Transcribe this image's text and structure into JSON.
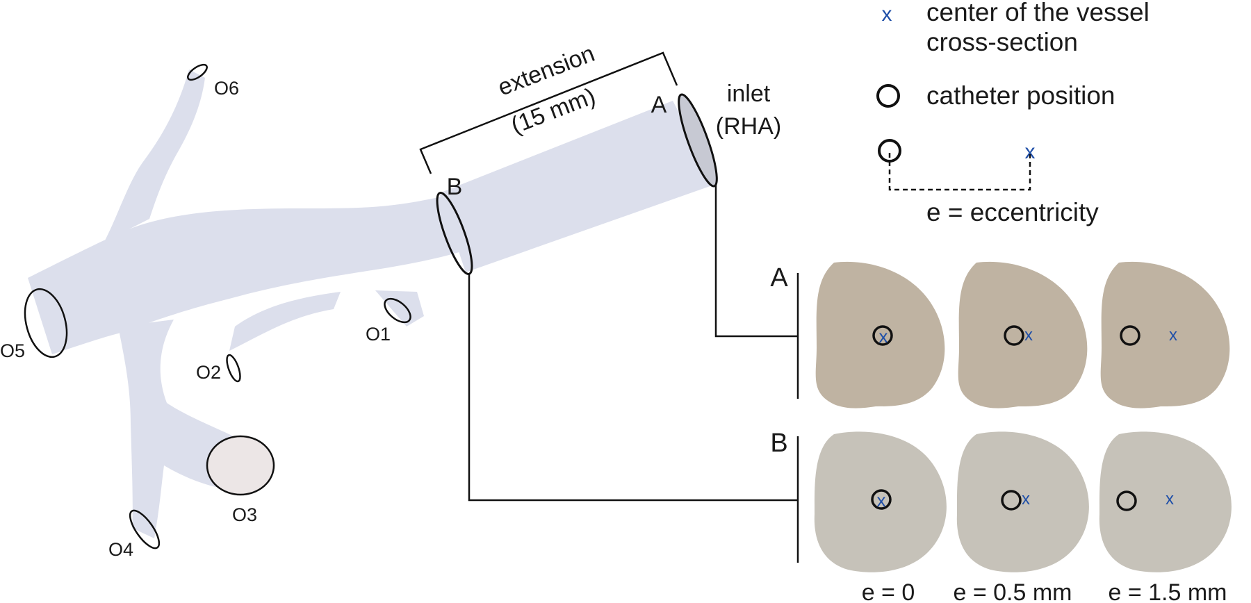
{
  "diagram": {
    "extension_label": "extension",
    "extension_length": "(15 mm)",
    "inlet_label": "inlet",
    "inlet_sub": "(RHA)",
    "plane_a": "A",
    "plane_b": "B",
    "outlets": [
      "O1",
      "O2",
      "O3",
      "O4",
      "O5",
      "O6"
    ]
  },
  "legend": {
    "center_symbol": "x",
    "center_line1": "center of the vessel",
    "center_line2": "cross-section",
    "catheter_text": "catheter position",
    "eccentricity_text": "e = eccentricity"
  },
  "cross_sections": {
    "row_labels": [
      "A",
      "B"
    ],
    "eccentricity_labels": [
      "e = 0",
      "e = 0.5 mm",
      "e = 1.5 mm"
    ],
    "center_symbol": "x"
  },
  "colors": {
    "vessel_fill": "#dcdfec",
    "section_a_fill": "#bfb3a2",
    "section_b_fill": "#c6c2b9",
    "center_mark": "#1f4fa8",
    "line": "#111111"
  }
}
